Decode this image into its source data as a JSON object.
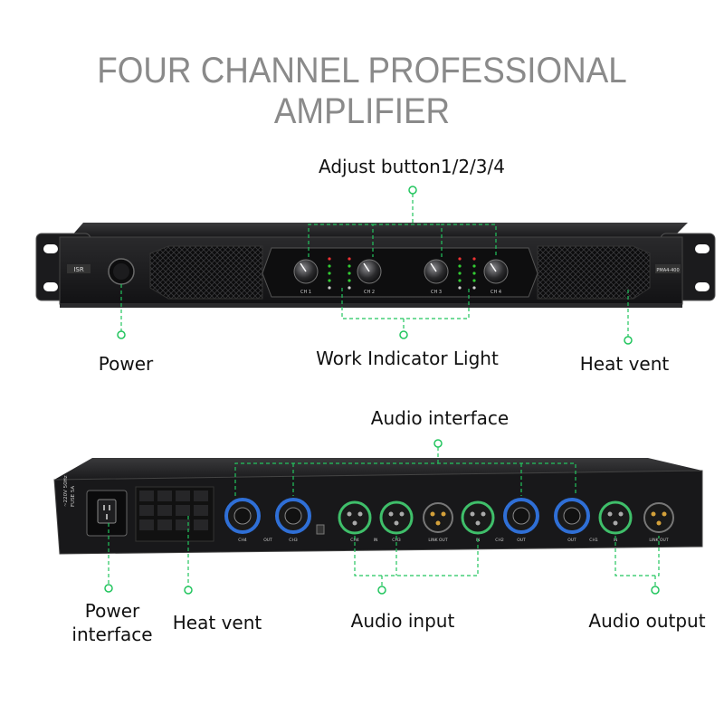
{
  "title": "FOUR CHANNEL PROFESSIONAL AMPLIFIER",
  "front": {
    "brand": "ISR",
    "model": "PMA4-400",
    "channel_labels": [
      "CH 1",
      "CH 2",
      "CH 3",
      "CH 4"
    ],
    "callouts": {
      "adjust": "Adjust button1/2/3/4",
      "power": "Power",
      "indicator": "Work Indicator Light",
      "heat_vent": "Heat vent"
    }
  },
  "rear": {
    "power_rating": "~220V 50Hz",
    "fuse": "FUSE 5A",
    "jack_labels": [
      "CH4",
      "OUT",
      "CH3",
      "CH4",
      "IN",
      "CH3",
      "LINK OUT",
      "IN",
      "CH2",
      "OUT",
      "OUT",
      "CH1",
      "IN",
      "LINK OUT"
    ],
    "callouts": {
      "audio_interface": "Audio interface",
      "power_interface_line1": "Power",
      "power_interface_line2": "interface",
      "heat_vent": "Heat vent",
      "audio_input": "Audio input",
      "audio_output": "Audio output"
    }
  },
  "colors": {
    "callout_green": "#22c55e",
    "title_gray": "#8a8a8a",
    "chassis": "#1c1c1e",
    "speakon_blue": "#2f6fd6",
    "xlr_green": "#3fbf6a"
  }
}
